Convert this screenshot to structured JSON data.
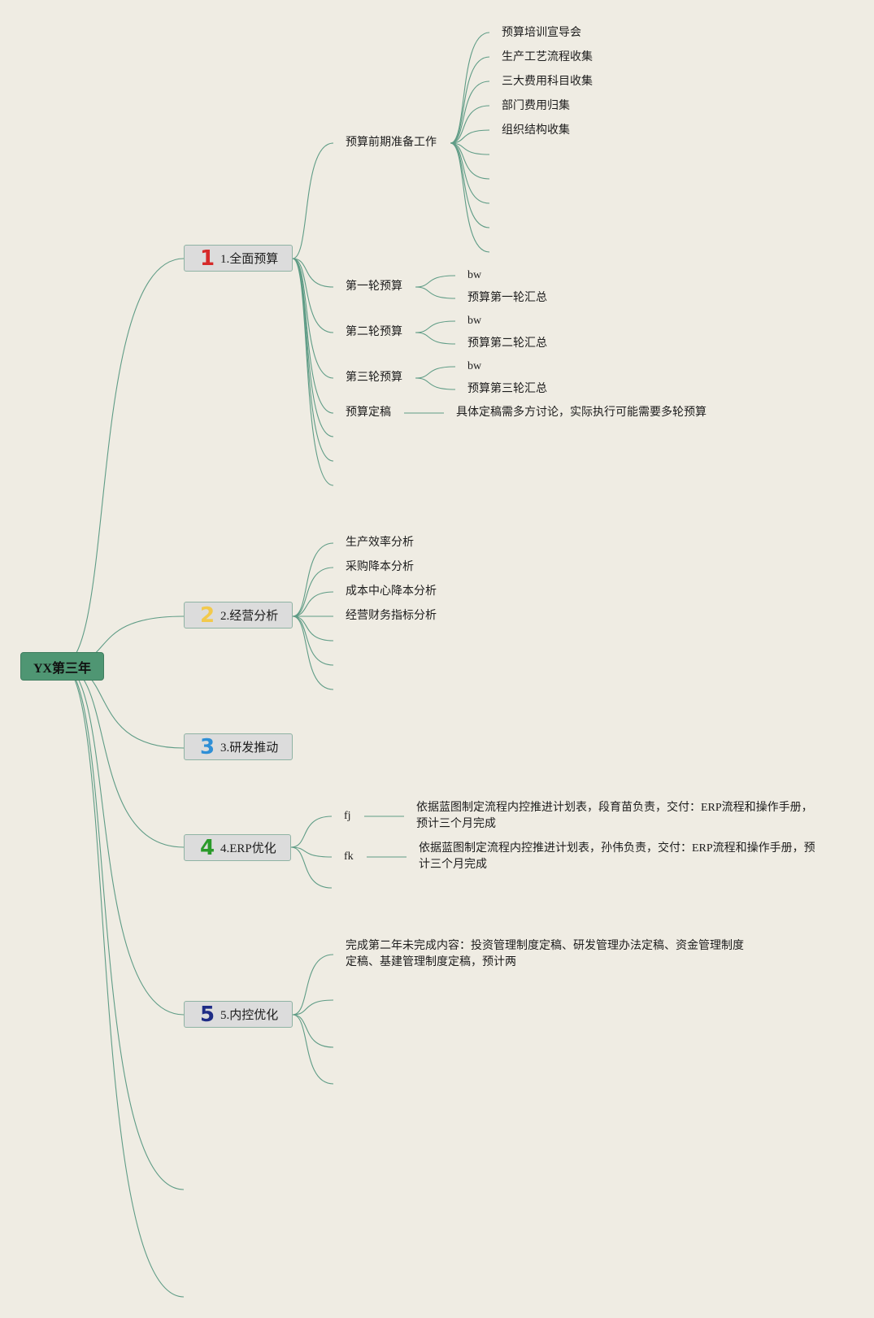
{
  "root": {
    "label": "YX第三年"
  },
  "branches": [
    {
      "number": "1",
      "number_color": "#d62a2a",
      "label": "1.全面预算",
      "children": [
        {
          "label": "预算前期准备工作",
          "children": [
            "预算培训宣导会",
            "生产工艺流程收集",
            "三大费用科目收集",
            "部门费用归集",
            "组织结构收集"
          ]
        },
        {
          "label": "第一轮预算",
          "children": [
            "bw",
            "预算第一轮汇总"
          ]
        },
        {
          "label": "第二轮预算",
          "children": [
            "bw",
            "预算第二轮汇总"
          ]
        },
        {
          "label": "第三轮预算",
          "children": [
            "bw",
            "预算第三轮汇总"
          ]
        },
        {
          "label": "预算定稿",
          "note": "具体定稿需多方讨论，实际执行可能需要多轮预算"
        }
      ]
    },
    {
      "number": "2",
      "number_color": "#f2c94c",
      "label": "2.经营分析",
      "children": [
        "生产效率分析",
        "采购降本分析",
        "成本中心降本分析",
        "经营财务指标分析"
      ]
    },
    {
      "number": "3",
      "number_color": "#2f8fd6",
      "label": "3.研发推动"
    },
    {
      "number": "4",
      "number_color": "#2a9a2a",
      "label": "4.ERP优化",
      "children": [
        {
          "label": "fj",
          "note": "依据蓝图制定流程内控推进计划表，段育苗负责，交付：ERP流程和操作手册，预计三个月完成"
        },
        {
          "label": "fk",
          "note": "依据蓝图制定流程内控推进计划表，孙伟负责，交付：ERP流程和操作手册，预计三个月完成"
        }
      ]
    },
    {
      "number": "5",
      "number_color": "#1f2c86",
      "label": "5.内控优化",
      "children": [
        "完成第二年未完成内容：投资管理制度定稿、研发管理办法定稿、资金管理制度定稿、基建管理制度定稿，预计两"
      ]
    }
  ],
  "colors": {
    "background": "#efece3",
    "link": "#5f9c86",
    "root_fill": "#4f9673",
    "branch_fill": "#dcdcdc"
  }
}
